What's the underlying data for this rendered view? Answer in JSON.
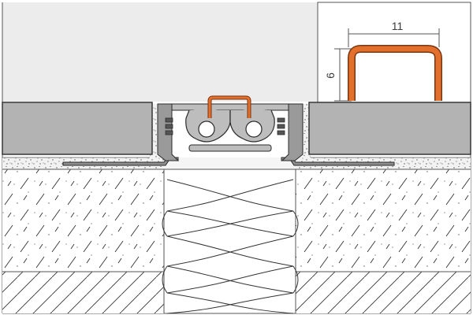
{
  "inset": {
    "width_label": "11",
    "height_label": "6"
  },
  "colors": {
    "background": "#ffffff",
    "upper_area": "#ececec",
    "tile": "#b3b3b3",
    "profile_metal": "#8e8e8e",
    "profile_light": "#bdbdbd",
    "accent": "#e36f2c",
    "accent_outline": "#7a3510",
    "outline": "#2b2b2b",
    "mortar": "#eeeeee",
    "gap_fill": "#f5f5f5"
  },
  "icons": [
    "stipple-texture",
    "hatch-texture",
    "insulation-wave"
  ]
}
